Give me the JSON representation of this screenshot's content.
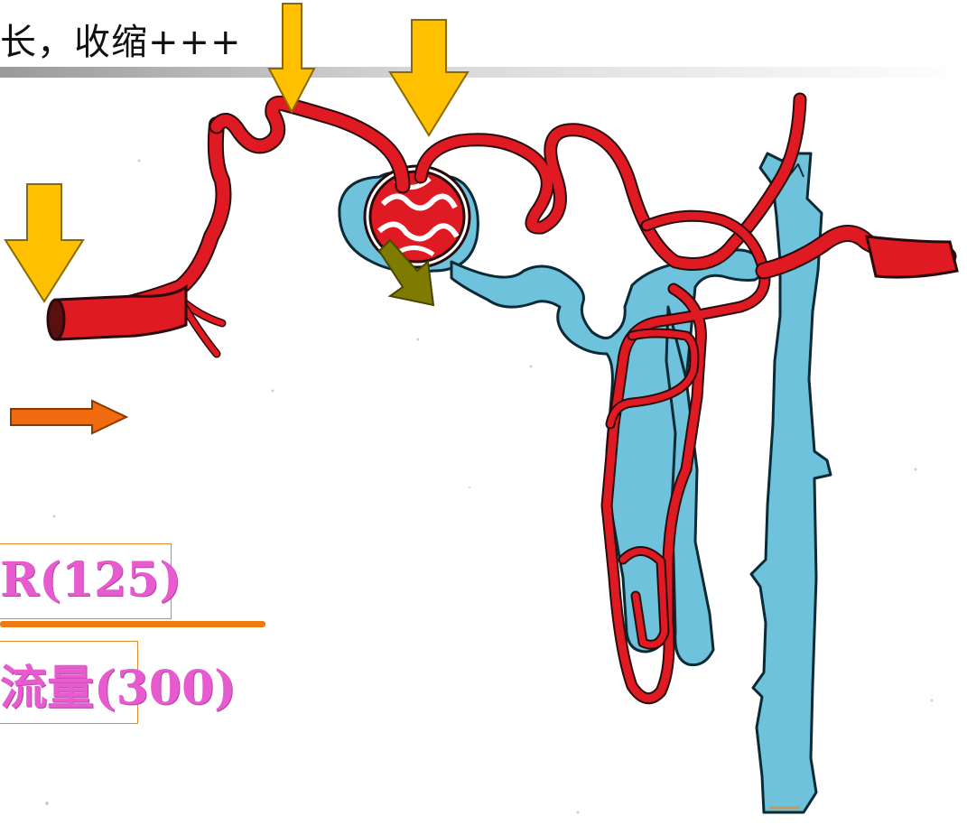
{
  "header": {
    "title": "长，收缩+++"
  },
  "labels": {
    "numerator": "R(125)",
    "denominator": "流量(300)"
  },
  "colors": {
    "artery": "#e01a22",
    "tubule": "#6ec2dc",
    "arrow_yellow": "#ffc000",
    "arrow_olive": "#7f7a00",
    "arrow_orange": "#f06a10",
    "label_pink": "#e85ad0",
    "fraction_line": "#f07a10"
  }
}
